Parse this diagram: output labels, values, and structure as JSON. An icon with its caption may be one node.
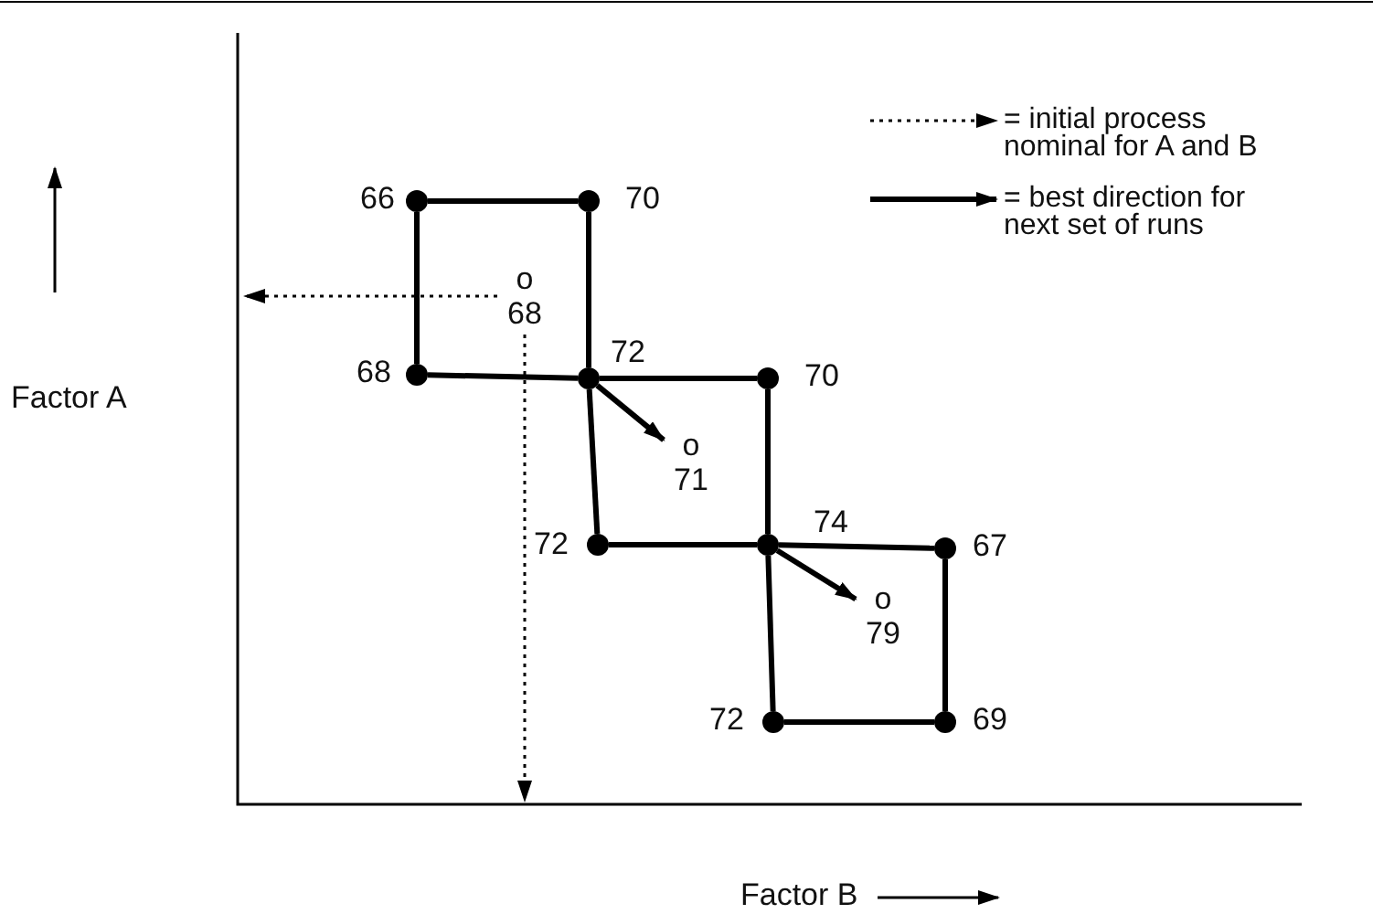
{
  "diagram": {
    "nodes": [
      {
        "text": [],
        "shape": "circle",
        "beside": [
          "66"
        ]
      },
      {
        "text": [],
        "shape": "circle",
        "beside": [
          "70"
        ]
      },
      {
        "text": [
          "o 68"
        ]
      },
      {
        "text": [],
        "shape": "circle",
        "beside": [
          "68"
        ]
      },
      {
        "text": [],
        "shape": "circle",
        "beside": [
          "72"
        ]
      },
      {
        "text": [],
        "shape": "circle",
        "beside": [
          "70"
        ]
      },
      {
        "text": [
          "o 71"
        ]
      },
      {
        "text": [],
        "shape": "circle",
        "beside": [
          "72"
        ]
      },
      {
        "text": [],
        "shape": "circle",
        "beside": [
          "74"
        ]
      },
      {
        "text": [],
        "shape": "circle",
        "beside": [
          "67"
        ]
      },
      {
        "text": [
          "o 79"
        ]
      },
      {
        "text": [],
        "shape": "circle",
        "beside": [
          "72"
        ]
      },
      {
        "text": [],
        "shape": "circle",
        "beside": [
          "69"
        ]
      }
    ],
    "edges": [
      {
        "from": 0,
        "to": 1,
        "arrow": "none"
      },
      {
        "from": 0,
        "to": 3,
        "arrow": "none"
      },
      {
        "from": 1,
        "to": 4,
        "arrow": "none"
      },
      {
        "from": 3,
        "to": 4,
        "arrow": "none"
      },
      {
        "from": 4,
        "to": 5,
        "arrow": "none"
      },
      {
        "from": 4,
        "to": 7,
        "arrow": "none"
      },
      {
        "from": 5,
        "to": 8,
        "arrow": "none"
      },
      {
        "from": 7,
        "to": 8,
        "arrow": "none"
      },
      {
        "from": 8,
        "to": 9,
        "arrow": "none"
      },
      {
        "from": 8,
        "to": 11,
        "arrow": "none"
      },
      {
        "from": 9,
        "to": 12,
        "arrow": "none"
      },
      {
        "from": 11,
        "to": 12,
        "arrow": "none"
      },
      {
        "from": 2,
        "to": null,
        "arrow": "to",
        "style": "dashed"
      },
      {
        "from": 2,
        "to": null,
        "arrow": "to",
        "style": "dashed"
      },
      {
        "from": 4,
        "to": 6,
        "arrow": "to"
      },
      {
        "from": 8,
        "to": 10,
        "arrow": "to"
      }
    ],
    "labels": [
      "Factor A",
      "Factor B"
    ],
    "legend": [
      {
        "text": "= initial process nominal for A and B"
      },
      {
        "text": "= best direction for next set of runs"
      }
    ]
  }
}
